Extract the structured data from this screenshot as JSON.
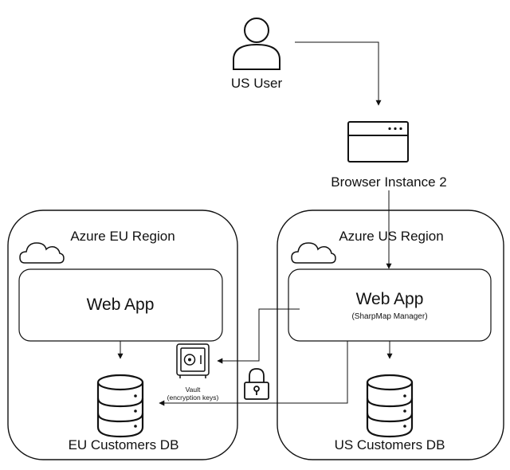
{
  "user": {
    "label": "US User"
  },
  "browser": {
    "label": "Browser Instance 2"
  },
  "regions": {
    "eu": {
      "title": "Azure EU Region",
      "webapp": {
        "title": "Web App"
      },
      "db": {
        "label": "EU Customers DB"
      }
    },
    "us": {
      "title": "Azure US Region",
      "webapp": {
        "title": "Web App",
        "subtitle": "(SharpMap Manager)"
      },
      "db": {
        "label": "US Customers DB"
      }
    }
  },
  "vault": {
    "label": "Vault",
    "sublabel": "(encryption keys)"
  },
  "icons": [
    "user-icon",
    "browser-window-icon",
    "cloud-icon",
    "database-icon",
    "vault-safe-icon",
    "padlock-icon"
  ]
}
